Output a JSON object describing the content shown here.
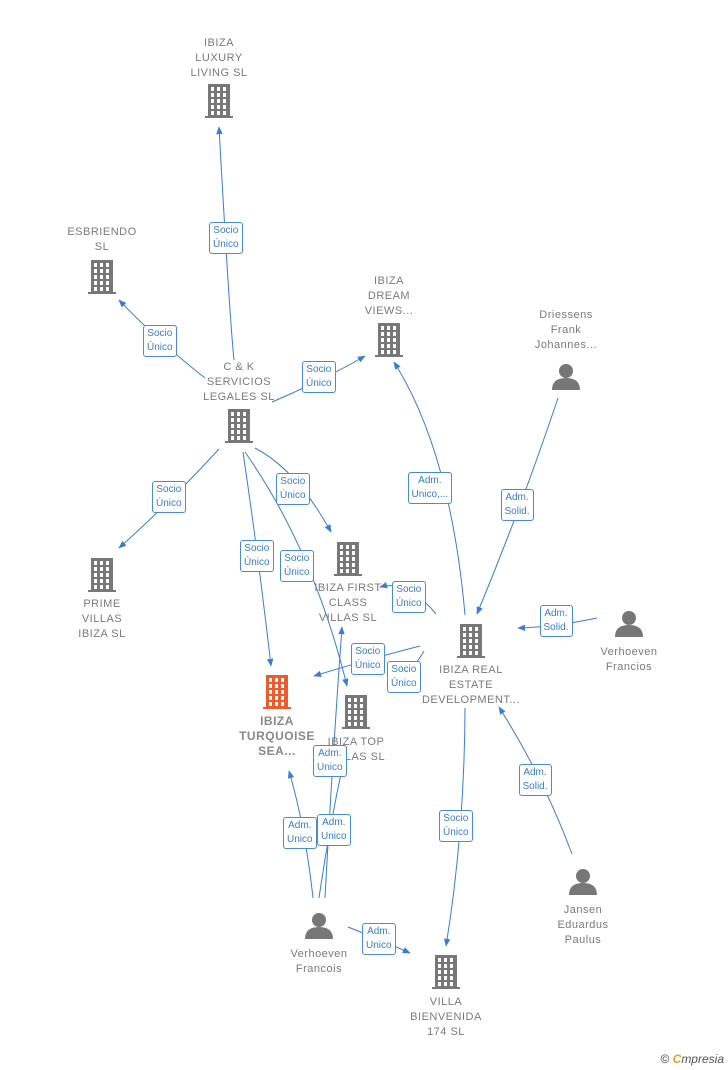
{
  "nodes": [
    {
      "id": "ibiza_luxury",
      "label": "IBIZA\nLUXURY\nLIVING  SL",
      "kind": "company"
    },
    {
      "id": "esbriendo",
      "label": "ESBRIENDO\nSL",
      "kind": "company"
    },
    {
      "id": "ibiza_dream",
      "label": "IBIZA\nDREAM\nVIEWS...",
      "kind": "company"
    },
    {
      "id": "driessens",
      "label": "Driessens\nFrank\nJohannes...",
      "kind": "person"
    },
    {
      "id": "ck_servicios",
      "label": "C & K\nSERVICIOS\nLEGALES SL",
      "kind": "company"
    },
    {
      "id": "prime_villas",
      "label": "PRIME\nVILLAS\nIBIZA  SL",
      "kind": "company"
    },
    {
      "id": "ibiza_first",
      "label": "IBIZA FIRST\nCLASS\nVILLAS  SL",
      "kind": "company"
    },
    {
      "id": "ibiza_real",
      "label": "IBIZA REAL\nESTATE\nDEVELOPMENT...",
      "kind": "company"
    },
    {
      "id": "verhoeven_francios",
      "label": "Verhoeven\nFrancios",
      "kind": "person"
    },
    {
      "id": "ibiza_turquoise",
      "label": "IBIZA\nTURQUOISE\nSEA...",
      "kind": "focus"
    },
    {
      "id": "ibiza_top",
      "label": "IBIZA TOP\nVILLAS  SL",
      "kind": "company"
    },
    {
      "id": "jansen",
      "label": "Jansen\nEduardus\nPaulus",
      "kind": "person"
    },
    {
      "id": "verhoeven_francois",
      "label": "Verhoeven\nFrancois",
      "kind": "person"
    },
    {
      "id": "villa_bienvenida",
      "label": "VILLA\nBIENVENIDA\n174  SL",
      "kind": "company"
    }
  ],
  "edges": [
    {
      "from": "ck_servicios",
      "to": "ibiza_luxury",
      "label": "Socio\nÚnico"
    },
    {
      "from": "ck_servicios",
      "to": "esbriendo",
      "label": "Socio\nÚnico"
    },
    {
      "from": "ck_servicios",
      "to": "ibiza_dream",
      "label": "Socio\nÚnico"
    },
    {
      "from": "ck_servicios",
      "to": "prime_villas",
      "label": "Socio\nÚnico"
    },
    {
      "from": "ck_servicios",
      "to": "ibiza_first",
      "label": "Socio\nÚnico"
    },
    {
      "from": "ck_servicios",
      "to": "ibiza_turquoise",
      "label": "Socio\nÚnico"
    },
    {
      "from": "ck_servicios",
      "to": "ibiza_top",
      "label": "Socio\nÚnico"
    },
    {
      "from": "ibiza_real",
      "to": "ibiza_dream",
      "label": "Adm.\nUnico,..."
    },
    {
      "from": "driessens",
      "to": "ibiza_real",
      "label": "Adm.\nSolid."
    },
    {
      "from": "verhoeven_francios",
      "to": "ibiza_real",
      "label": "Adm.\nSolid."
    },
    {
      "from": "ibiza_real",
      "to": "ibiza_first",
      "label": "Socio\nÚnico"
    },
    {
      "from": "ibiza_real",
      "to": "ibiza_turquoise",
      "label": "Socio\nÚnico"
    },
    {
      "from": "ibiza_real",
      "to": "ibiza_top",
      "label": "Socio\nÚnico"
    },
    {
      "from": "ibiza_real",
      "to": "villa_bienvenida",
      "label": "Socio\nÚnico"
    },
    {
      "from": "jansen",
      "to": "ibiza_real",
      "label": "Adm.\nSolid."
    },
    {
      "from": "verhoeven_francois",
      "to": "ibiza_turquoise",
      "label": "Adm.\nUnico"
    },
    {
      "from": "verhoeven_francois",
      "to": "ibiza_top",
      "label": "Adm.\nUnico"
    },
    {
      "from": "verhoeven_francois",
      "to": "ibiza_first",
      "label": "Adm.\nUnico"
    },
    {
      "from": "verhoeven_francois",
      "to": "villa_bienvenida",
      "label": "Adm.\nUnico"
    }
  ],
  "colors": {
    "edge": "#3a7dd0",
    "company": "#777777",
    "focus": "#ee5a30",
    "person": "#777777"
  },
  "footer": {
    "copyright": "©",
    "brand_first": "C",
    "brand_rest": "mpresia"
  }
}
